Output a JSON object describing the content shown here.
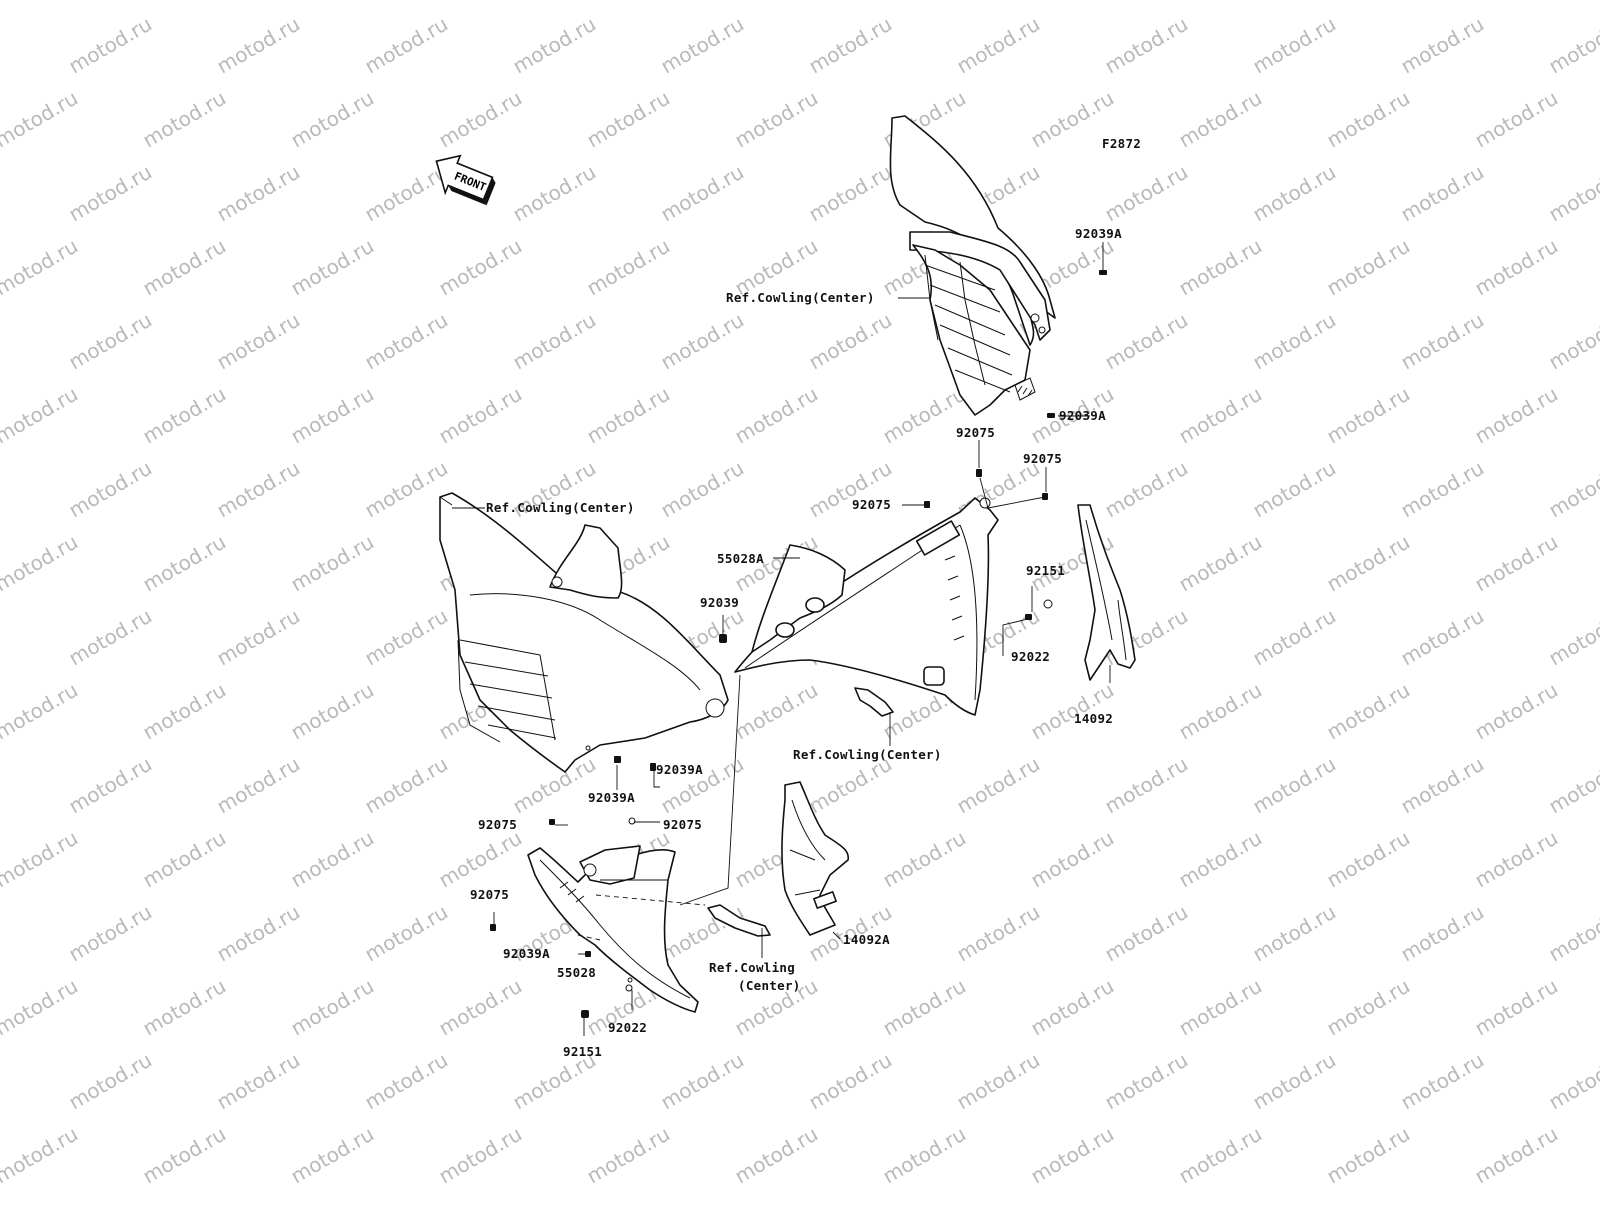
{
  "figure_code": "F2872",
  "watermark_text": "motod.ru",
  "front_arrow_label": "FRONT",
  "labels": {
    "ref_upper": "Ref.Cowling(Center)",
    "l_92039A_a": "92039A",
    "l_92039A_b": "92039A",
    "l_92075_a": "92075",
    "l_92075_b": "92075",
    "l_92075_c": "92075",
    "ref_left": "Ref.Cowling(Center)",
    "l_55028A": "55028A",
    "l_92039": "92039",
    "l_92151_a": "92151",
    "l_92022_a": "92022",
    "l_14092": "14092",
    "ref_mid": "Ref.Cowling(Center)",
    "l_92039A_c": "92039A",
    "l_92039A_d": "92039A",
    "l_92075_d": "92075",
    "l_92075_e": "92075",
    "l_92075_f": "92075",
    "l_14092A": "14092A",
    "ref_lower_1": "Ref.Cowling",
    "ref_lower_2": "(Center)",
    "l_92039A_e": "92039A",
    "l_55028": "55028",
    "l_92022_b": "92022",
    "l_92151_b": "92151"
  }
}
